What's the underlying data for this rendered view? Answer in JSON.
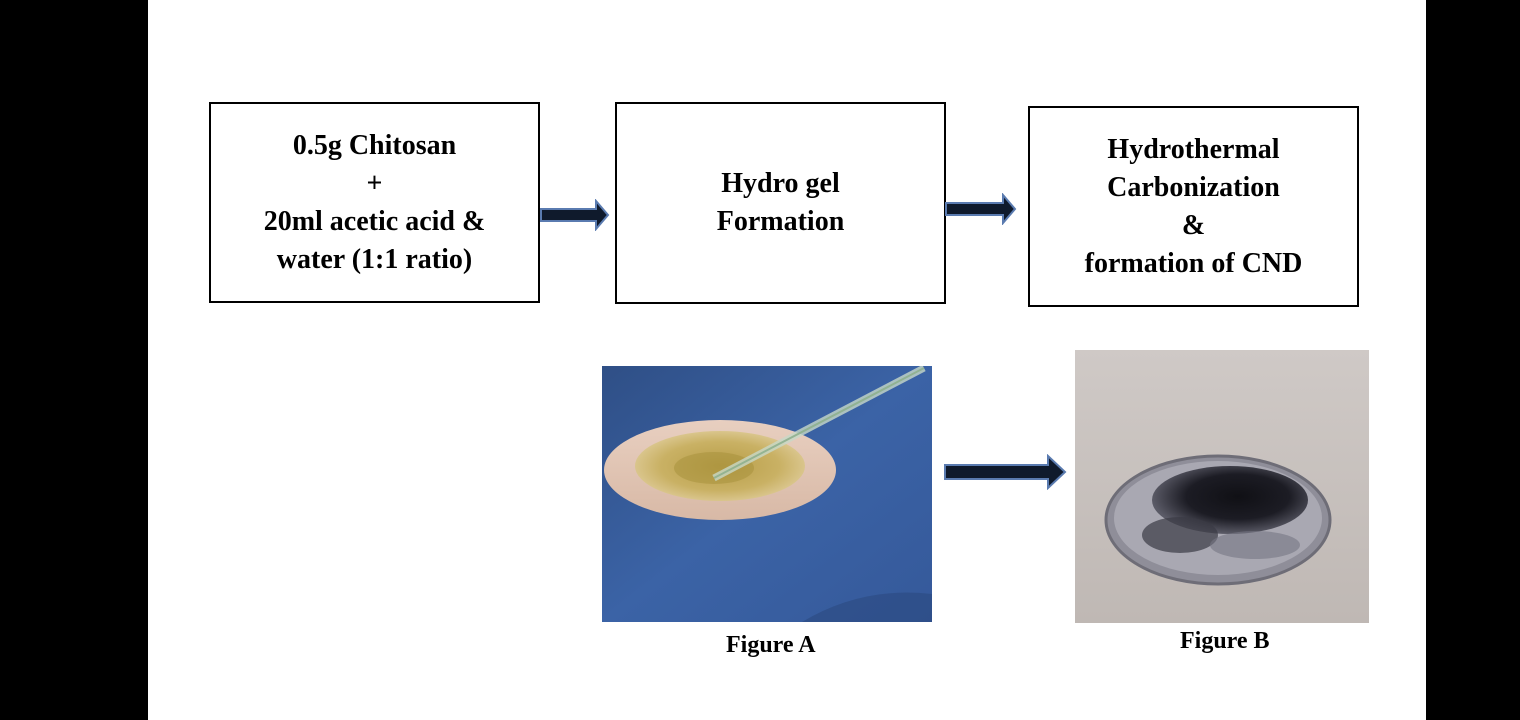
{
  "steps": [
    {
      "lines": [
        "0.5g Chitosan",
        "+",
        "20ml acetic acid &",
        "water (1:1 ratio)"
      ]
    },
    {
      "lines": [
        "Hydro gel",
        "Formation"
      ]
    },
    {
      "lines": [
        "Hydrothermal",
        "Carbonization",
        "&",
        "formation of CND"
      ]
    }
  ],
  "figures": [
    {
      "caption": "Figure A"
    },
    {
      "caption": "Figure B"
    }
  ],
  "colors": {
    "arrow_fill": "#0f1a2c",
    "arrow_edge": "#5a7bb0"
  }
}
